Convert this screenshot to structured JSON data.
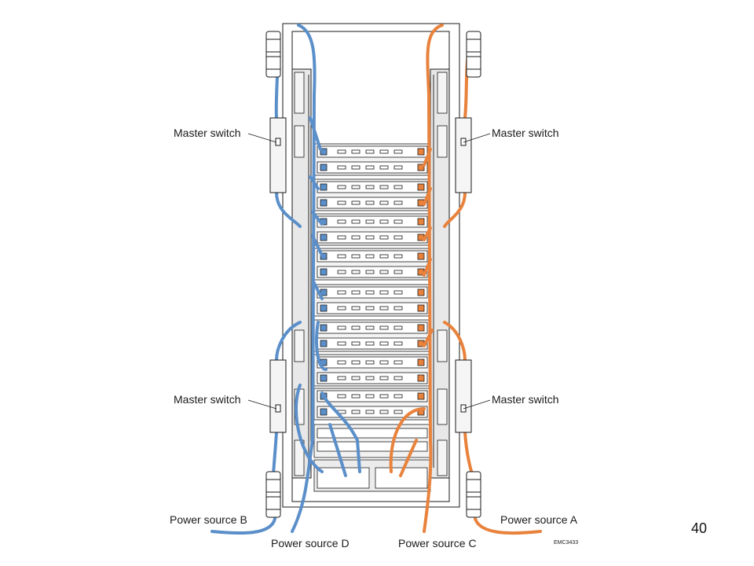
{
  "labels": {
    "master_switch_top_left": "Master switch",
    "master_switch_top_right": "Master switch",
    "master_switch_bottom_left": "Master switch",
    "master_switch_bottom_right": "Master switch",
    "power_source_a": "Power source A",
    "power_source_b": "Power source B",
    "power_source_c": "Power source C",
    "power_source_d": "Power source D"
  },
  "figure_id": "EMC3433",
  "page_number": "40",
  "colors": {
    "cable_blue": "#5b8fc9",
    "cable_orange": "#e8823c",
    "outline": "#1a1a1a",
    "rack_gray": "#d9d9d9",
    "enclosure_fill": "#f0f0f0"
  }
}
